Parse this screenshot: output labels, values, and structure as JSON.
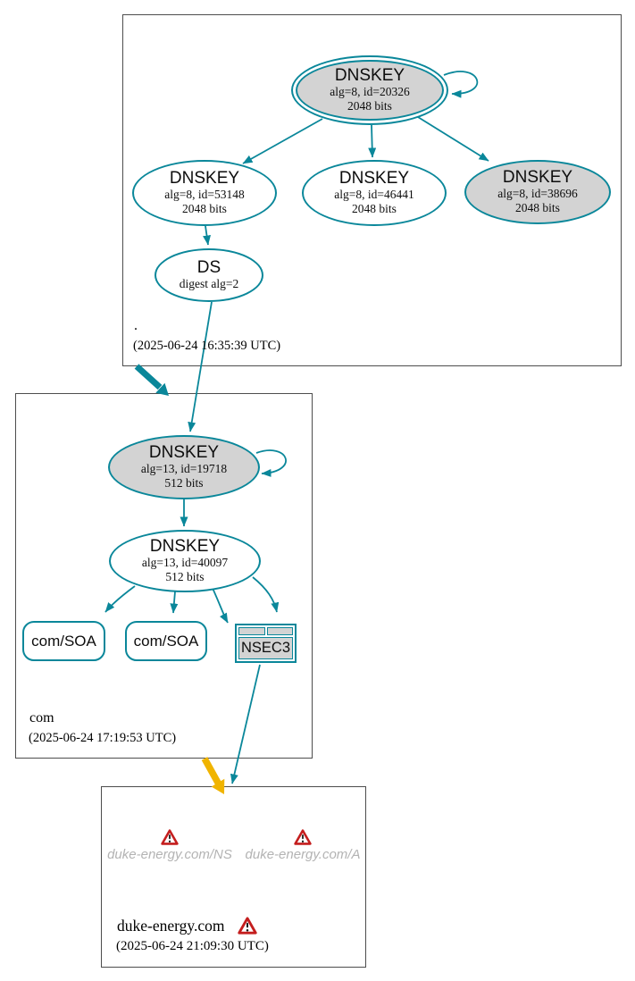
{
  "colors": {
    "teal": "#0a879a",
    "node_gray": "#d3d3d3",
    "insecure_yellow": "#f0b400",
    "warning_red": "#c41e1e",
    "muted_text": "#b3b3b3"
  },
  "zones": {
    "root": {
      "label": ".",
      "timestamp": "(2025-06-24 16:35:39 UTC)",
      "ksk": {
        "title": "DNSKEY",
        "alg": "alg=8, id=20326",
        "bits": "2048 bits"
      },
      "zsk1": {
        "title": "DNSKEY",
        "alg": "alg=8, id=53148",
        "bits": "2048 bits"
      },
      "zsk2": {
        "title": "DNSKEY",
        "alg": "alg=8, id=46441",
        "bits": "2048 bits"
      },
      "zsk3": {
        "title": "DNSKEY",
        "alg": "alg=8, id=38696",
        "bits": "2048 bits"
      },
      "ds": {
        "title": "DS",
        "detail": "digest alg=2"
      }
    },
    "com": {
      "label": "com",
      "timestamp": "(2025-06-24 17:19:53 UTC)",
      "ksk": {
        "title": "DNSKEY",
        "alg": "alg=13, id=19718",
        "bits": "512 bits"
      },
      "zsk": {
        "title": "DNSKEY",
        "alg": "alg=13, id=40097",
        "bits": "512 bits"
      },
      "soa1": {
        "label": "com/SOA"
      },
      "soa2": {
        "label": "com/SOA"
      },
      "nsec3": {
        "label": "NSEC3"
      }
    },
    "duke": {
      "label": "duke-energy.com",
      "timestamp": "(2025-06-24 21:09:30 UTC)",
      "rrset_ns": {
        "label": "duke-energy.com/NS"
      },
      "rrset_a": {
        "label": "duke-energy.com/A"
      }
    }
  }
}
